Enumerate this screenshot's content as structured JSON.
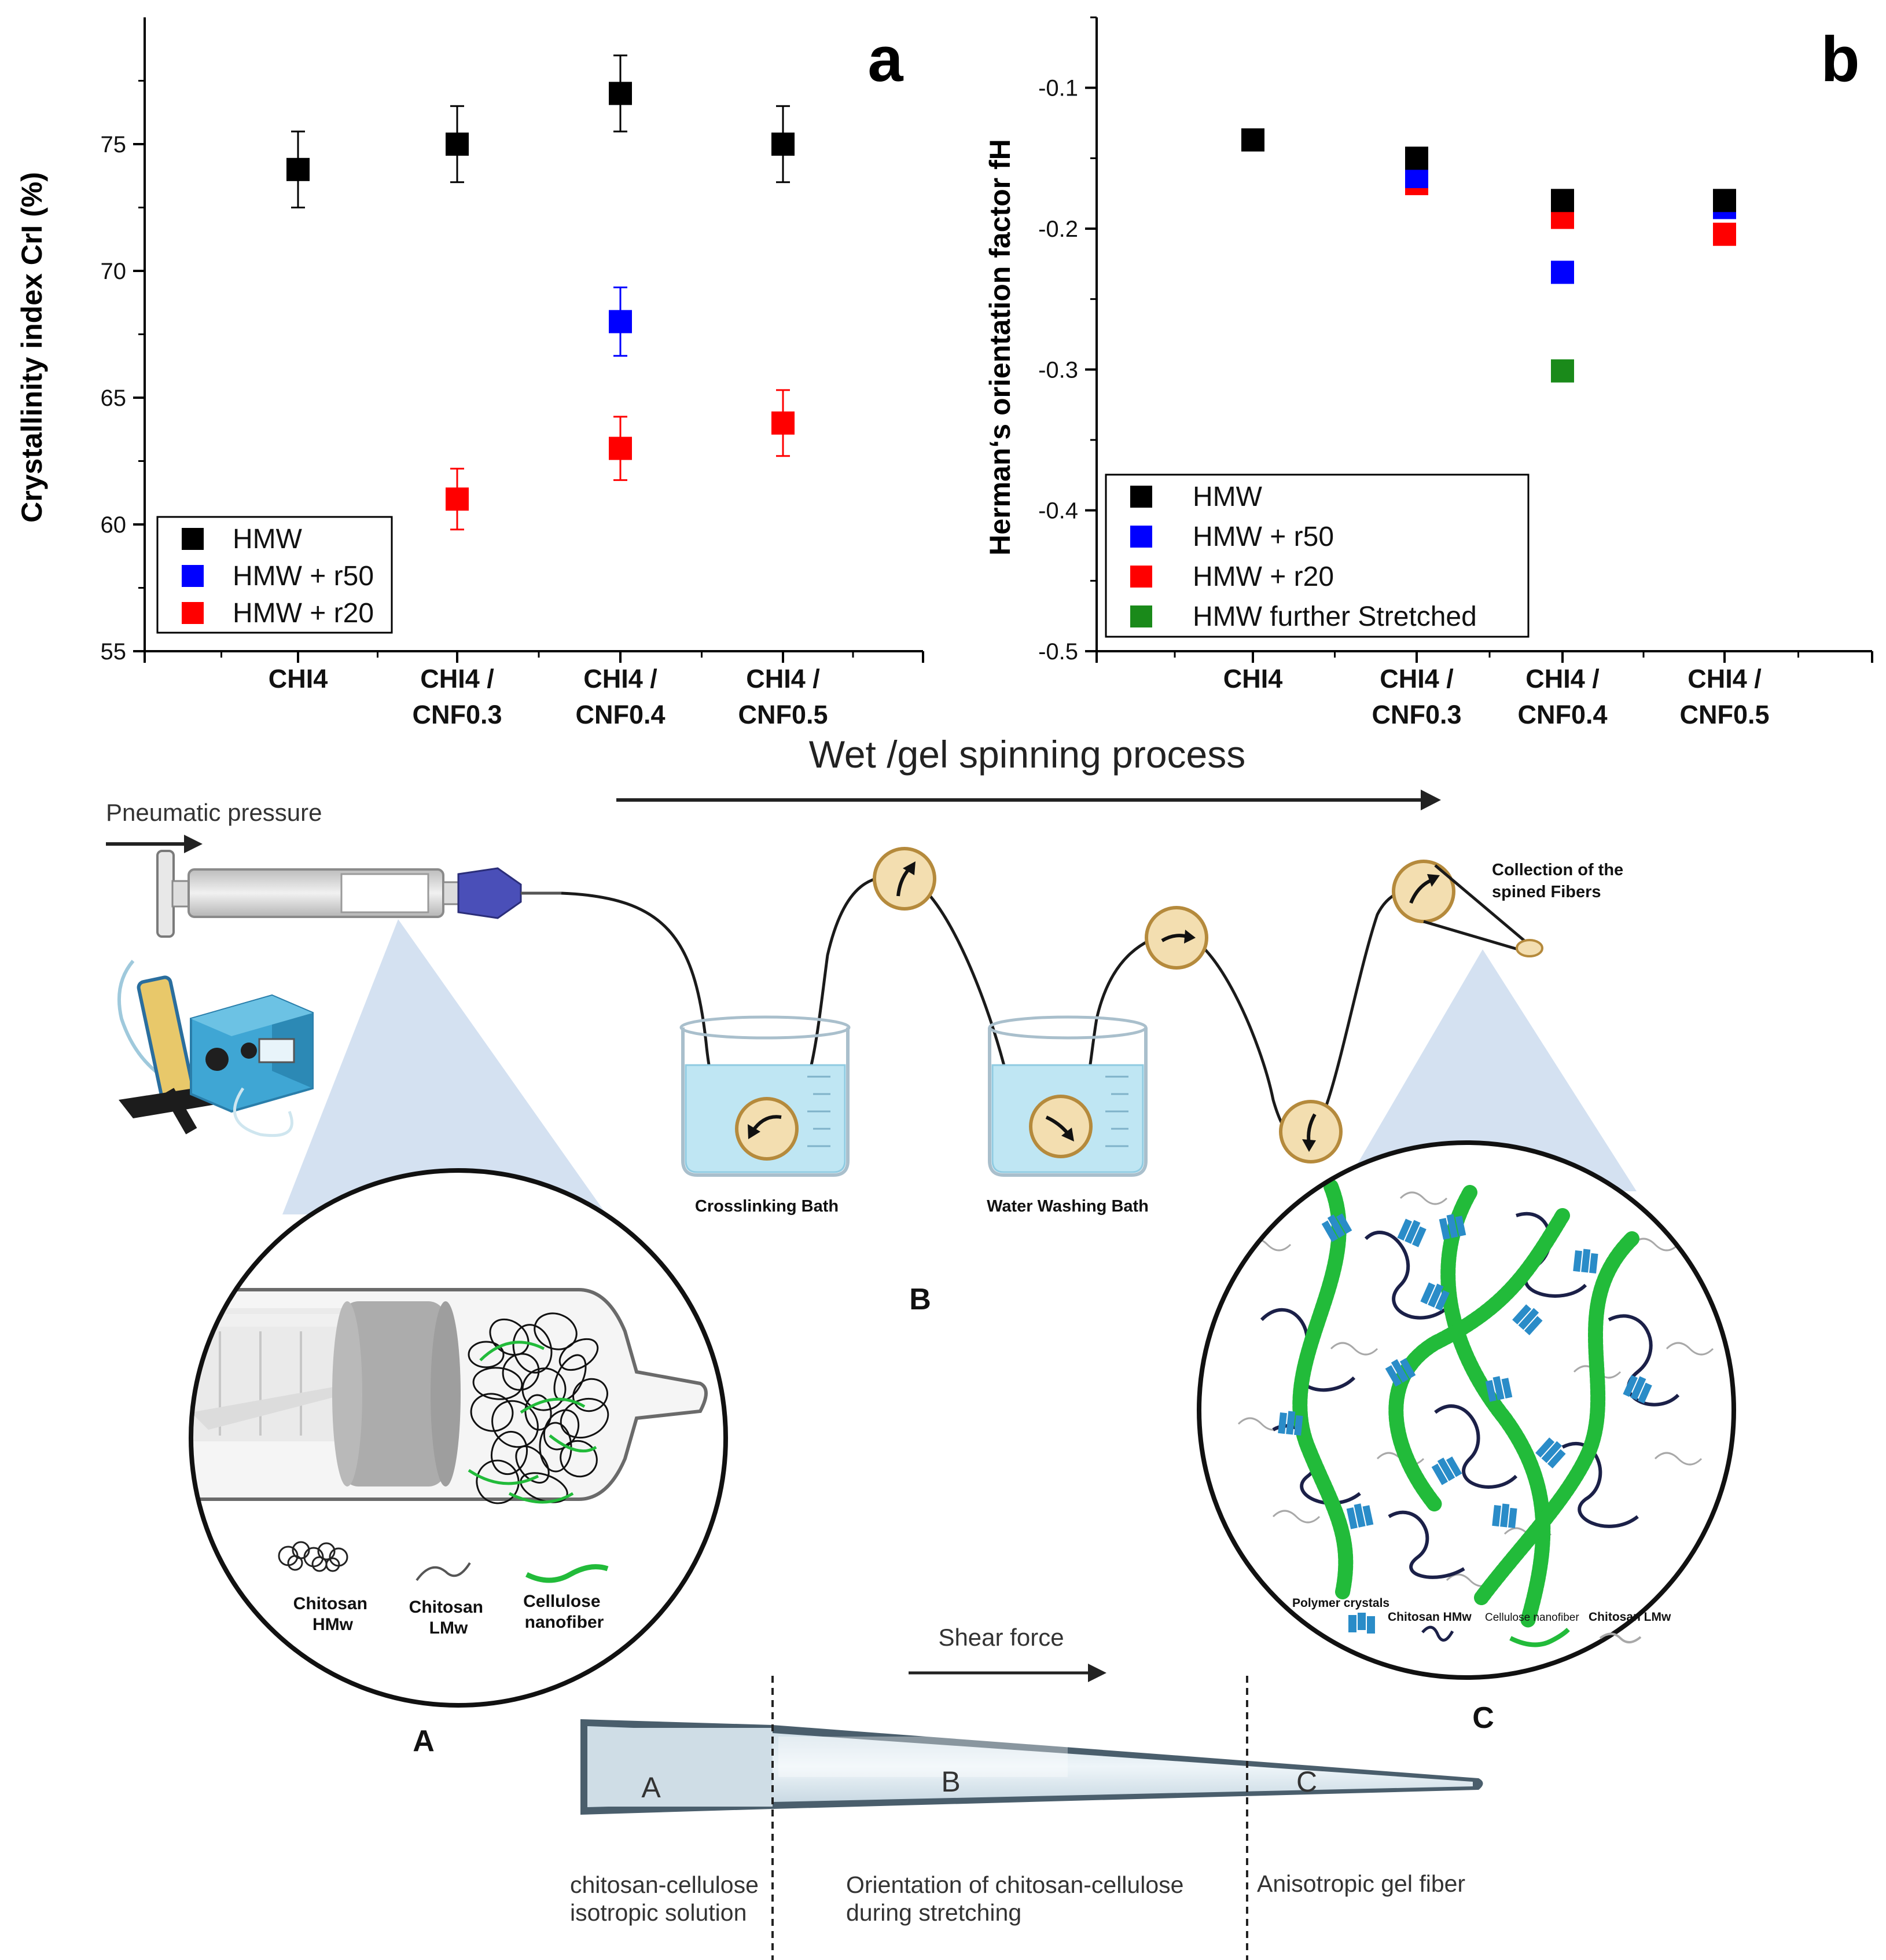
{
  "chart_data": [
    {
      "type": "scatter",
      "panel_label": "a",
      "ylabel": "Crystallinity index CrI (%)",
      "xlabel": "",
      "categories": [
        "CHI4",
        "CHI4 / CNF0.3",
        "CHI4 / CNF0.4",
        "CHI4 / CNF0.5"
      ],
      "category_lines": [
        [
          "CHI4"
        ],
        [
          "CHI4 /",
          "CNF0.3"
        ],
        [
          "CHI4 /",
          "CNF0.4"
        ],
        [
          "CHI4 /",
          "CNF0.5"
        ]
      ],
      "ylim": [
        55,
        80
      ],
      "yticks": [
        55,
        60,
        65,
        70,
        75
      ],
      "grid": false,
      "legend_position": "bottom-left",
      "series": [
        {
          "name": "HMW",
          "color": "#000000",
          "values": [
            74,
            75,
            77,
            75
          ],
          "errors": [
            1.5,
            1.5,
            1.5,
            1.5
          ]
        },
        {
          "name": "HMW + r50",
          "color": "#0000ff",
          "values": [
            null,
            null,
            68,
            null
          ],
          "errors": [
            null,
            null,
            1.35,
            null
          ]
        },
        {
          "name": "HMW + r20",
          "color": "#ff0000",
          "values": [
            null,
            61,
            63,
            64
          ],
          "errors": [
            null,
            1.2,
            1.25,
            1.3
          ]
        }
      ]
    },
    {
      "type": "scatter",
      "panel_label": "b",
      "ylabel": "Herman‘s orientation factor fH",
      "xlabel": "",
      "categories": [
        "CHI4",
        "CHI4 / CNF0.3",
        "CHI4 / CNF0.4",
        "CHI4 / CNF0.5"
      ],
      "category_lines": [
        [
          "CHI4"
        ],
        [
          "CHI4 /",
          "CNF0.3"
        ],
        [
          "CHI4 /",
          "CNF0.4"
        ],
        [
          "CHI4 /",
          "CNF0.5"
        ]
      ],
      "ylim": [
        -0.5,
        -0.05
      ],
      "yticks": [
        -0.5,
        -0.4,
        -0.3,
        -0.2,
        -0.1
      ],
      "ytick_labels": [
        "-0.5",
        "-0.4",
        "-0.3",
        "-0.2",
        "-0.1"
      ],
      "grid": false,
      "legend_position": "bottom-left",
      "series": [
        {
          "name": "HMW",
          "color": "#000000",
          "values": [
            -0.137,
            -0.15,
            -0.18,
            -0.18
          ]
        },
        {
          "name": "HMW + r50",
          "color": "#0000ff",
          "values": [
            null,
            -0.163,
            null,
            -0.185
          ]
        },
        {
          "name": "HMW + r20",
          "color": "#ff0000",
          "values": [
            null,
            -0.168,
            -0.192,
            -0.204
          ]
        },
        {
          "name": "HMW further Stretched",
          "color": "#1a8a1a",
          "values": [
            null,
            null,
            -0.301,
            null
          ]
        }
      ],
      "extra_points": [
        {
          "series": "HMW + r50",
          "category": "CHI4 / CNF0.4",
          "value": -0.231
        }
      ]
    }
  ],
  "diagram": {
    "process_title": "Wet /gel spinning process",
    "pneumatic_label": "Pneumatic pressure",
    "collection_label": [
      "Collection of the",
      "spined Fibers"
    ],
    "crosslinking_label": "Crosslinking Bath",
    "washing_label": "Water Washing Bath",
    "label_A": "A",
    "label_B": "B",
    "label_C": "C",
    "legend_A": {
      "chitosan_hmw": [
        "Chitosan",
        "HMw"
      ],
      "chitosan_lmw": [
        "Chitosan",
        "LMw"
      ],
      "cellulose": [
        "Cellulose",
        "nanofiber"
      ]
    },
    "legend_C": {
      "crystals": "Polymer crystals",
      "hmw": "Chitosan HMw",
      "cnf": "Cellulose nanofiber",
      "lmw": "Chitosan LMw"
    },
    "shear_label": "Shear force",
    "zone_A": "A",
    "zone_B": "B",
    "zone_C": "C",
    "stage1": [
      "chitosan-cellulose",
      "isotropic solution"
    ],
    "stage2": [
      "Orientation of chitosan-cellulose",
      "during stretching"
    ],
    "stage3": "Anisotropic gel fiber",
    "colors": {
      "bath_water": "#bfe6f3",
      "roller": "#f3deb0",
      "roller_border": "#b58a3c",
      "cnf_green": "#22bb3a",
      "crystal_blue": "#2a8cc8",
      "triangle_blue": "#c6d7ec",
      "fiber_body": "#d9e6ee"
    }
  }
}
